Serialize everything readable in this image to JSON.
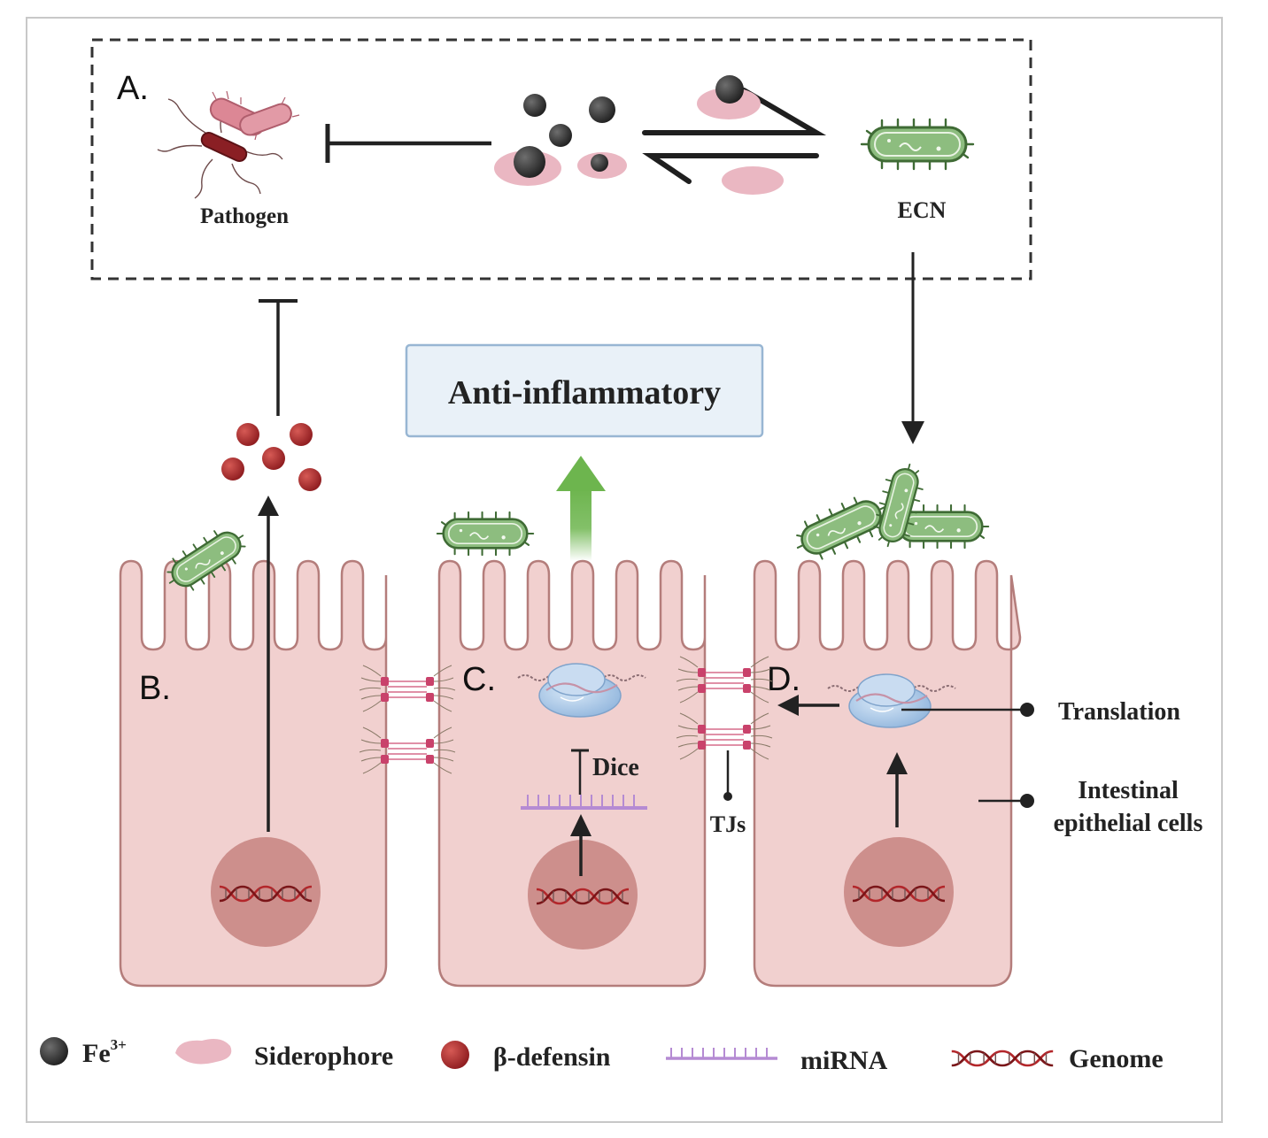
{
  "panels": {
    "a": "A.",
    "b": "B.",
    "c": "C.",
    "d": "D."
  },
  "labels": {
    "pathogen": "Pathogen",
    "ecn": "ECN",
    "anti_inflammatory": "Anti-inflammatory",
    "dice": "Dice",
    "tjs": "TJs",
    "translation": "Translation",
    "intestinal_line1": "Intestinal",
    "intestinal_line2": "epithelial cells"
  },
  "legend": {
    "fe_base": "Fe",
    "fe_sup": "3+",
    "siderophore": "Siderophore",
    "defensin": "β-defensin",
    "mirna": "miRNA",
    "genome": "Genome"
  },
  "colors": {
    "cell_fill": "#f1d0cf",
    "cell_stroke": "#b47d7b",
    "nucleus": "#cd8f8c",
    "bacteria_green": "#8dbd7f",
    "bacteria_stroke": "#3f6b35",
    "iron": "#2d2d2d",
    "siderophore": "#eab7c2",
    "defensin": "#a8282a",
    "mirna": "#b58bd3",
    "dna_red": "#b3262a",
    "arrow_green": "#6db54e",
    "ribosome": "#a9c9ea",
    "anti_box_fill": "#e9f1f8",
    "anti_box_stroke": "#98b6d3"
  }
}
